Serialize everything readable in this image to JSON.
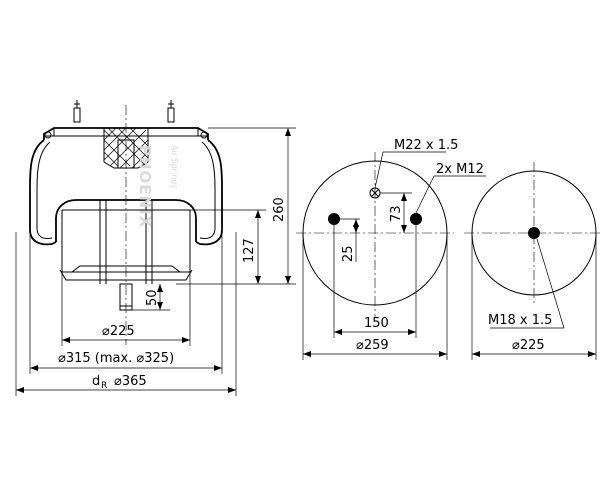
{
  "watermark": {
    "brand": "PHOENIX",
    "subtitle": "Air Springs"
  },
  "dimensions": {
    "height_total": "260",
    "height_mid": "127",
    "stud_length": "50",
    "dia_piston": "⌀225",
    "dia_max": "⌀315 (max. ⌀325)",
    "dia_r_symbol": "d",
    "dia_r_subscript": "R",
    "dia_r_value": "⌀365",
    "top_plate_dia": "⌀259",
    "top_spacing": "150",
    "top_offset_v": "73",
    "top_offset_v2": "25",
    "top_port": "M22 x 1.5",
    "top_studs": "2x M12",
    "bottom_dia": "⌀225",
    "bottom_thread": "M18 x 1.5"
  }
}
